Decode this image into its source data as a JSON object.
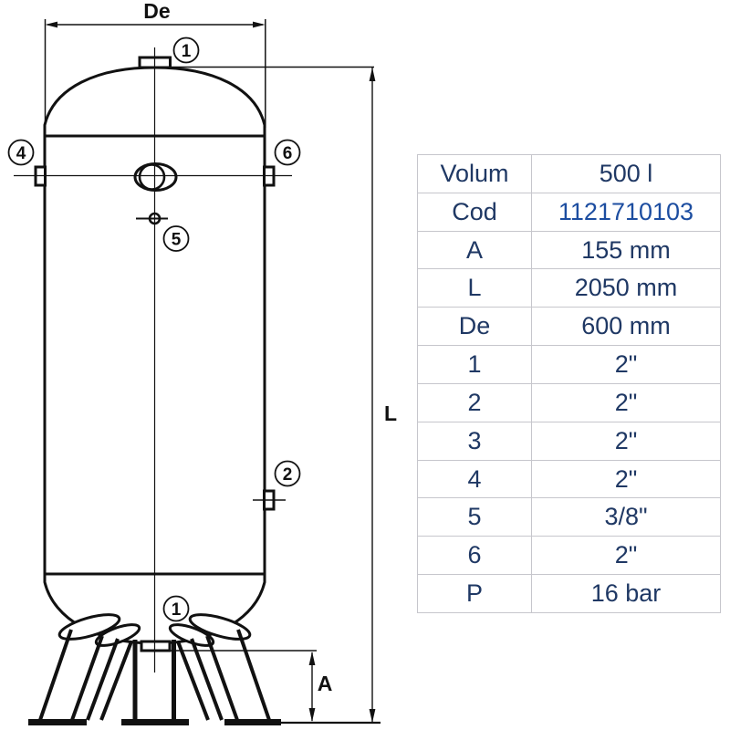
{
  "drawing": {
    "dimension_labels": {
      "diameter": "De",
      "length": "L",
      "leg_height": "A"
    },
    "callouts": [
      {
        "id": "top-connection",
        "label": "1"
      },
      {
        "id": "left-flange",
        "label": "4"
      },
      {
        "id": "right-flange",
        "label": "6"
      },
      {
        "id": "small-port",
        "label": "5"
      },
      {
        "id": "lower-side-connection",
        "label": "2"
      },
      {
        "id": "bottom-connection",
        "label": "1"
      }
    ]
  },
  "table": {
    "rows": [
      {
        "label": "Volum",
        "value": "500 l"
      },
      {
        "label": "Cod",
        "value": "1121710103",
        "highlight": true
      },
      {
        "label": "A",
        "value": "155 mm"
      },
      {
        "label": "L",
        "value": "2050 mm"
      },
      {
        "label": "De",
        "value": "600 mm"
      },
      {
        "label": "1",
        "value": "2\""
      },
      {
        "label": "2",
        "value": "2\""
      },
      {
        "label": "3",
        "value": "2\""
      },
      {
        "label": "4",
        "value": "2\""
      },
      {
        "label": "5",
        "value": "3/8\""
      },
      {
        "label": "6",
        "value": "2\""
      },
      {
        "label": "P",
        "value": "16 bar"
      }
    ]
  },
  "colors": {
    "label_text": "#1f3864",
    "value_text": "#1f3864",
    "code_text": "#1c4da0",
    "table_border": "#c6c6cc",
    "line_color": "#111111",
    "background": "#ffffff"
  }
}
